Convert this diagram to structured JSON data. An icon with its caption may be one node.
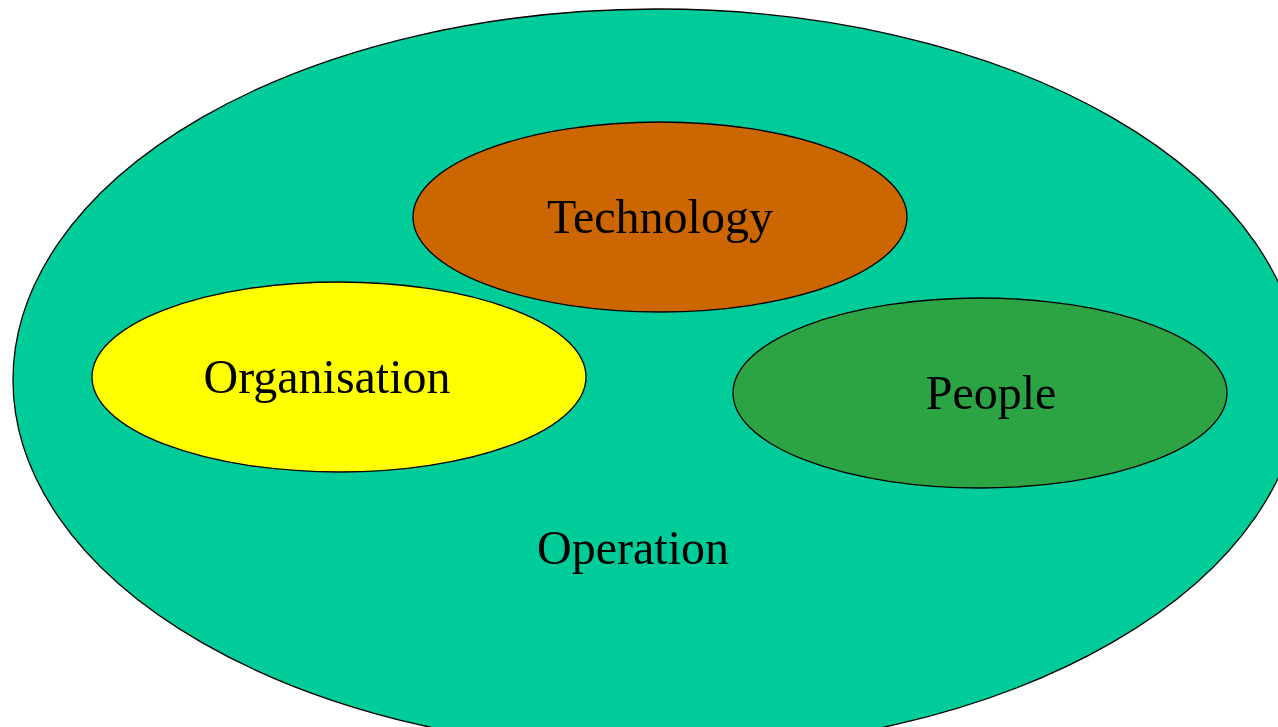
{
  "diagram": {
    "nodes": [
      {
        "text": [
          "Operation"
        ]
      },
      {
        "text": [
          "Technology"
        ],
        "in": 0
      },
      {
        "text": [
          "Organisation"
        ],
        "in": 0
      },
      {
        "text": [
          "People"
        ],
        "in": 0
      }
    ]
  }
}
